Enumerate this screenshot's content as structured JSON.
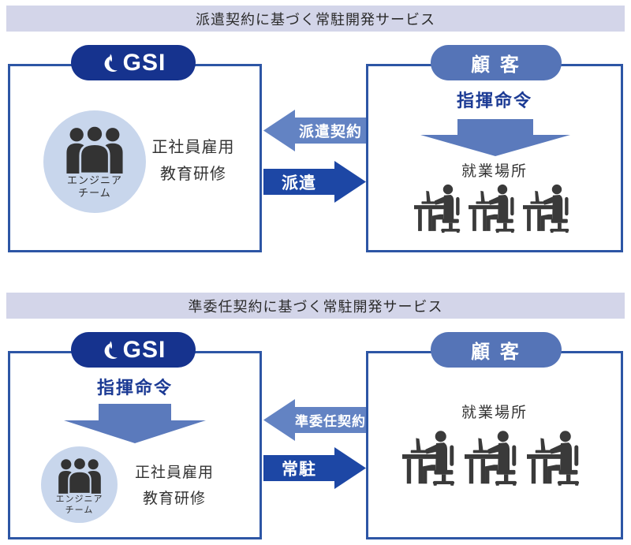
{
  "colors": {
    "banner_bg": "#d3d5e9",
    "gsi_pill": "#16338e",
    "customer_pill": "#5574b7",
    "box_outline": "#2d56a5",
    "light_arrow": "#6383c3",
    "dark_arrow": "#1d47a5",
    "down_arrow": "#5b7abc",
    "command_text": "#1b3a94",
    "team_circle": "#c8d6ec",
    "icon_dark": "#3a3a3a",
    "body_text": "#333333"
  },
  "sections": [
    {
      "title": "派遣契約に基づく常駐開発サービス",
      "gsi_label": "GSI",
      "customer_label": "顧 客",
      "team_line1": "エンジニア",
      "team_line2": "チーム",
      "employment_line1": "正社員雇用",
      "employment_line2": "教育研修",
      "command_label": "指揮命令",
      "workplace_label": "就業場所",
      "arrow_to_gsi": "派遣契約",
      "arrow_to_customer": "派遣"
    },
    {
      "title": "準委任契約に基づく常駐開発サービス",
      "gsi_label": "GSI",
      "customer_label": "顧 客",
      "team_line1": "エンジニア",
      "team_line2": "チーム",
      "employment_line1": "正社員雇用",
      "employment_line2": "教育研修",
      "command_label": "指揮命令",
      "workplace_label": "就業場所",
      "arrow_to_gsi": "準委任契約",
      "arrow_to_customer": "常駐"
    }
  ]
}
